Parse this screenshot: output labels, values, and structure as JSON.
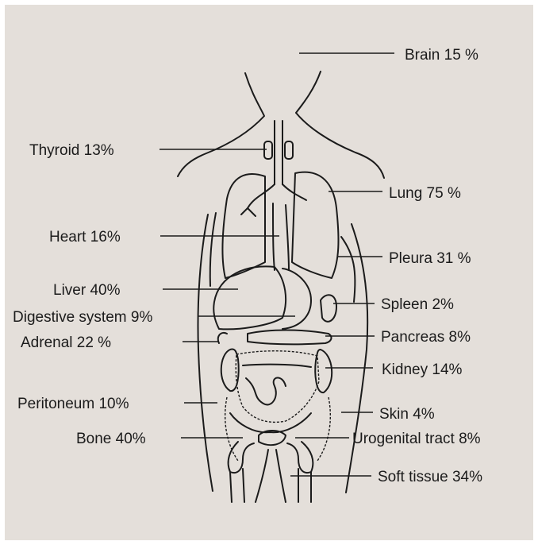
{
  "colors": {
    "panel_background": "#e4dfda",
    "ink": "#1b1b1b"
  },
  "labels": {
    "brain": "Brain 15 %",
    "thyroid": "Thyroid 13%",
    "lung": "Lung 75 %",
    "heart": "Heart 16%",
    "pleura": "Pleura 31 %",
    "liver": "Liver 40%",
    "spleen": "Spleen 2%",
    "digestive": "Digestive system 9%",
    "pancreas": "Pancreas 8%",
    "adrenal": "Adrenal 22 %",
    "kidney": "Kidney 14%",
    "peritoneum": "Peritoneum 10%",
    "skin": "Skin 4%",
    "bone": "Bone 40%",
    "urogenital": "Urogenital tract 8%",
    "soft_tissue": "Soft tissue 34%"
  }
}
